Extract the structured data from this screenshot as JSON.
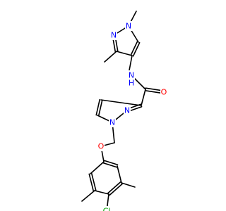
{
  "colors": {
    "bond": "#000000",
    "C": "#000000",
    "N": "#0000ff",
    "O": "#ff0000",
    "Cl": "#00a000"
  },
  "labels": {
    "N1": "N",
    "N2": "N",
    "NH": "N",
    "H": "H",
    "O_carbonyl": "O",
    "N3": "N",
    "N4": "N",
    "O_ether": "O",
    "Cl": "Cl"
  }
}
